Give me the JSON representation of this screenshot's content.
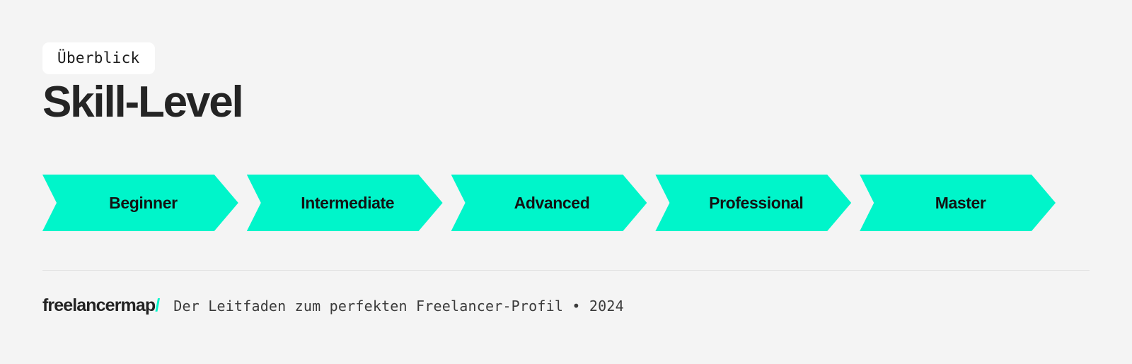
{
  "header": {
    "badge_label": "Überblick",
    "title": "Skill-Level"
  },
  "levels": [
    {
      "label": "Beginner"
    },
    {
      "label": "Intermediate"
    },
    {
      "label": "Advanced"
    },
    {
      "label": "Professional"
    },
    {
      "label": "Master"
    }
  ],
  "footer": {
    "brand_name": "freelancermap",
    "brand_slash": "/",
    "tagline": "Der Leitfaden zum perfekten Freelancer-Profil • 2024"
  },
  "colors": {
    "background": "#f4f4f4",
    "accent": "#00f5ca",
    "text": "#1c1c1c",
    "divider": "#e2e2e2",
    "badge_background": "#ffffff"
  }
}
